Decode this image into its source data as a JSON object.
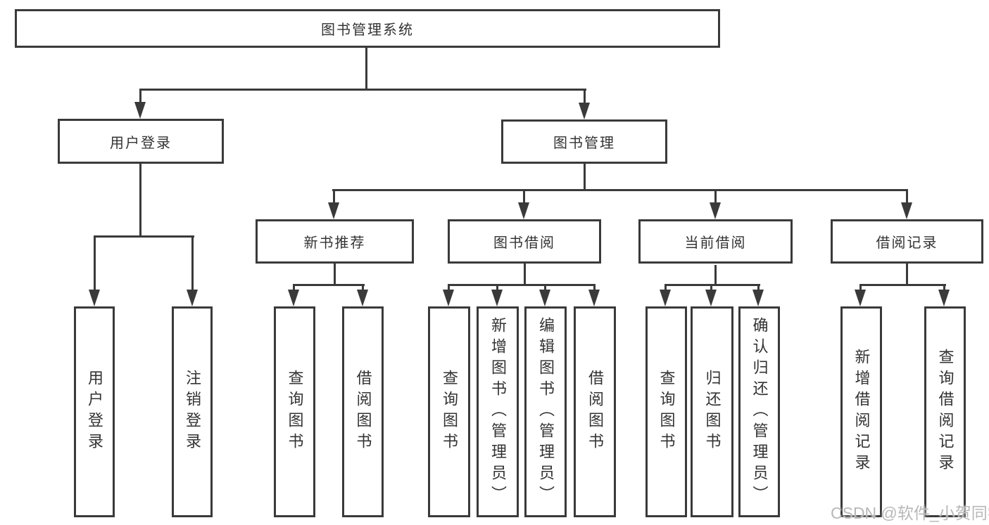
{
  "diagram_title": "图书管理系统",
  "tree": {
    "label": "图书管理系统",
    "children": [
      {
        "label": "用户登录",
        "children": [
          {
            "label": "用户登录"
          },
          {
            "label": "注销登录"
          }
        ]
      },
      {
        "label": "图书管理",
        "children": [
          {
            "label": "新书推荐",
            "children": [
              {
                "label": "查询图书"
              },
              {
                "label": "借阅图书"
              }
            ]
          },
          {
            "label": "图书借阅",
            "children": [
              {
                "label": "查询图书"
              },
              {
                "label": "新增图书（管理员）"
              },
              {
                "label": "编辑图书（管理员）"
              },
              {
                "label": "借阅图书"
              }
            ]
          },
          {
            "label": "当前借阅",
            "children": [
              {
                "label": "查询图书"
              },
              {
                "label": "归还图书"
              },
              {
                "label": "确认归还（管理员）"
              }
            ]
          },
          {
            "label": "借阅记录",
            "children": [
              {
                "label": "新增借阅记录"
              },
              {
                "label": "查询借阅记录"
              }
            ]
          }
        ]
      }
    ]
  },
  "watermark": "CSDN @软件_小贺同学",
  "colors": {
    "line": "#3a3a3a",
    "text": "#333333",
    "watermark": "#b8b8b8",
    "background": "#ffffff"
  }
}
